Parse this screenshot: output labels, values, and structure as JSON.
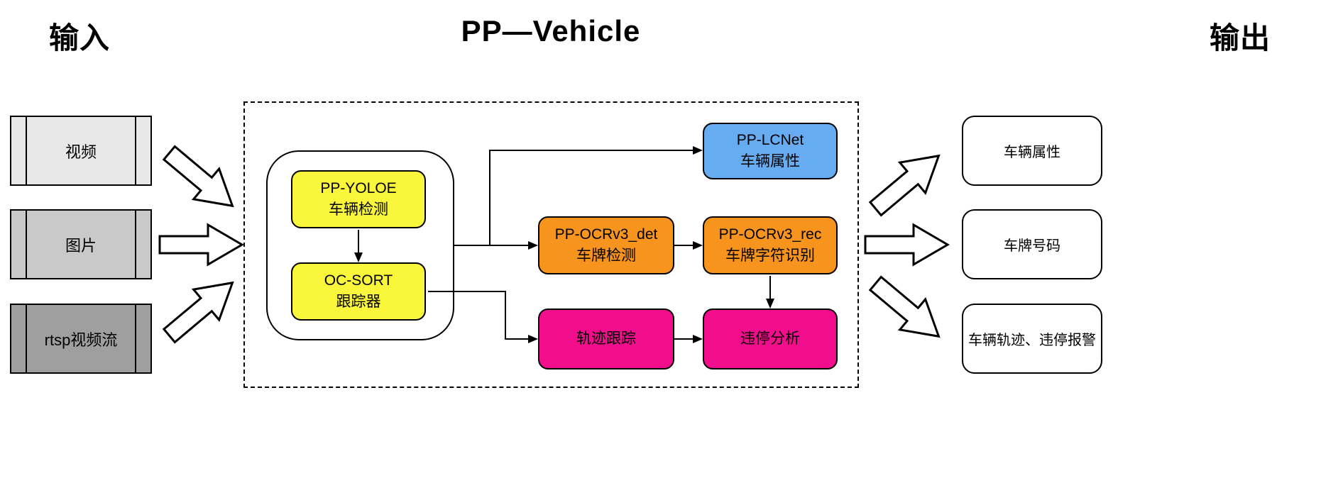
{
  "titles": {
    "input": "输入",
    "center": "PP—Vehicle",
    "output": "输出"
  },
  "inputs": [
    {
      "label": "视频",
      "color": "#e7e7e7"
    },
    {
      "label": "图片",
      "color": "#c9c9c9"
    },
    {
      "label": "rtsp视频流",
      "color": "#9f9f9f"
    }
  ],
  "pipeline": {
    "vehicle_detection": {
      "line1": "PP-YOLOE",
      "line2": "车辆检测",
      "color": "#f9f63b"
    },
    "tracker": {
      "line1": "OC-SORT",
      "line2": "跟踪器",
      "color": "#f9f63b"
    },
    "vehicle_attribute": {
      "line1": "PP-LCNet",
      "line2": "车辆属性",
      "color": "#67acf1"
    },
    "plate_detection": {
      "line1": "PP-OCRv3_det",
      "line2": "车牌检测",
      "color": "#f7941e"
    },
    "plate_recognition": {
      "line1": "PP-OCRv3_rec",
      "line2": "车牌字符识别",
      "color": "#f7941e"
    },
    "trajectory_tracking": {
      "label": "轨迹跟踪",
      "color": "#f20d8c"
    },
    "illegal_parking": {
      "label": "违停分析",
      "color": "#f20d8c"
    }
  },
  "outputs": [
    {
      "label": "车辆属性"
    },
    {
      "label": "车牌号码"
    },
    {
      "label": "车辆轨迹、违停报警"
    }
  ]
}
